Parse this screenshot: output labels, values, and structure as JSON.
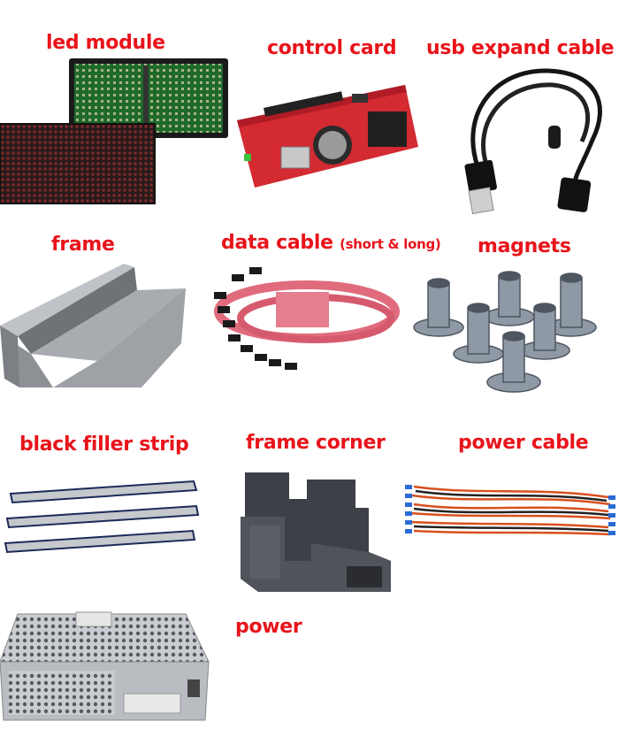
{
  "items": [
    {
      "label": "led module"
    },
    {
      "label": "control card"
    },
    {
      "label": "usb expand cable"
    },
    {
      "label": "frame"
    },
    {
      "label": "data cable",
      "note": "(short & long)"
    },
    {
      "label": "magnets"
    },
    {
      "label": "black filler strip"
    },
    {
      "label": "frame corner"
    },
    {
      "label": "power cable"
    },
    {
      "label": "power"
    }
  ],
  "colors": {
    "label": "#e8141b",
    "background": "#ffffff"
  },
  "icons": [
    "led-module-image",
    "control-card-image",
    "usb-cable-image",
    "frame-image",
    "data-cable-image",
    "magnets-image",
    "filler-strip-image",
    "frame-corner-image",
    "power-cable-image",
    "power-supply-image"
  ]
}
